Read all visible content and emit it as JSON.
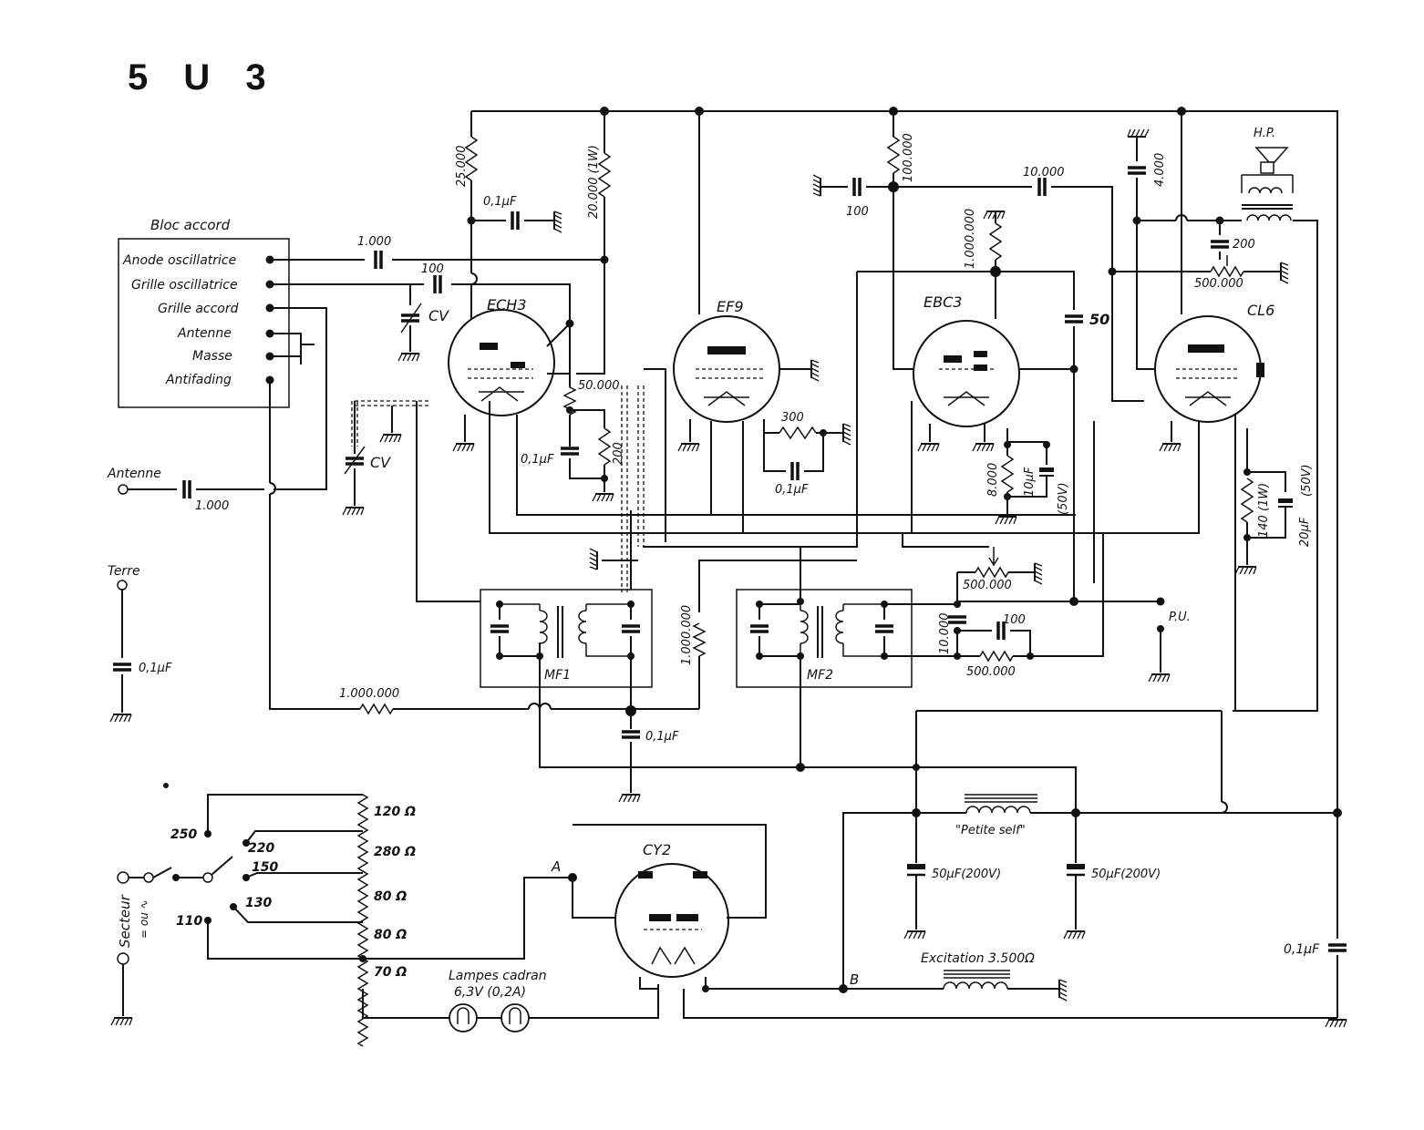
{
  "title": "5 U 3",
  "bloc": {
    "heading": "Bloc accord",
    "terminals": [
      "Anode oscillatrice",
      "Grille oscillatrice",
      "Grille accord",
      "Antenne",
      "Masse",
      "Antifading"
    ]
  },
  "tubes": {
    "ech3": "ECH3",
    "ef9": "EF9",
    "ebc3": "EBC3",
    "cl6": "CL6",
    "cy2": "CY2"
  },
  "labels": {
    "r_25000": "25.000",
    "r_20000": "20.000 (1W)",
    "c_01_top": "0,1µF",
    "c_1000_osc": "1.000",
    "c_100_osc": "100",
    "cv1": "CV",
    "cv2": "CV",
    "r_50000": "50.000",
    "c_01_ech3": "0,1µF",
    "r_200_ech3": "200",
    "antenne": "Antenne",
    "c_1000_ant": "1.000",
    "terre": "Terre",
    "c_01_terre": "0,1µF",
    "r_300": "300",
    "c_01_ef9": "0,1µF",
    "c_100_top": "100",
    "r_100000": "100.000",
    "c_10000": "10.000",
    "r_1000000_ebc3": "1.000.000",
    "c_50": "50",
    "r_8000": "8.000",
    "c_10uf": "10µF",
    "c_10uf_v": "(50V)",
    "c_4000": "4.000",
    "hp": "H.P.",
    "c_200": "200",
    "pot_500000_cl6": "500.000",
    "r_140": "140 (1W)",
    "c_20uf": "20µF",
    "c_20uf_v": "(50V)",
    "pot_500000_vol": "500.000",
    "pu": "P.U.",
    "c_100_mf2": "100",
    "r_10000": "10.000",
    "r_500000_mf2": "500.000",
    "mf1": "MF1",
    "mf2": "MF2",
    "r_1000000_mf1": "1.000.000",
    "r_1000000_bottom": "1.000.000",
    "c_01_mf1": "0,1µF",
    "v250": "250",
    "v220": "220",
    "v150": "150",
    "v130": "130",
    "v110": "110",
    "secteur": "Secteur",
    "secteur_sym": "= ou ∿",
    "r120": "120 Ω",
    "r280": "280 Ω",
    "r80a": "80 Ω",
    "r80b": "80 Ω",
    "r70": "70 Ω",
    "lampes": "Lampes cadran",
    "lampes_v": "6,3V (0,2A)",
    "point_a": "A",
    "point_b": "B",
    "petite_self": "\"Petite self\"",
    "c_50uf_a": "50µF(200V)",
    "c_50uf_b": "50µF(200V)",
    "excitation": "Excitation 3.500Ω",
    "c_01_right": "0,1µF"
  }
}
